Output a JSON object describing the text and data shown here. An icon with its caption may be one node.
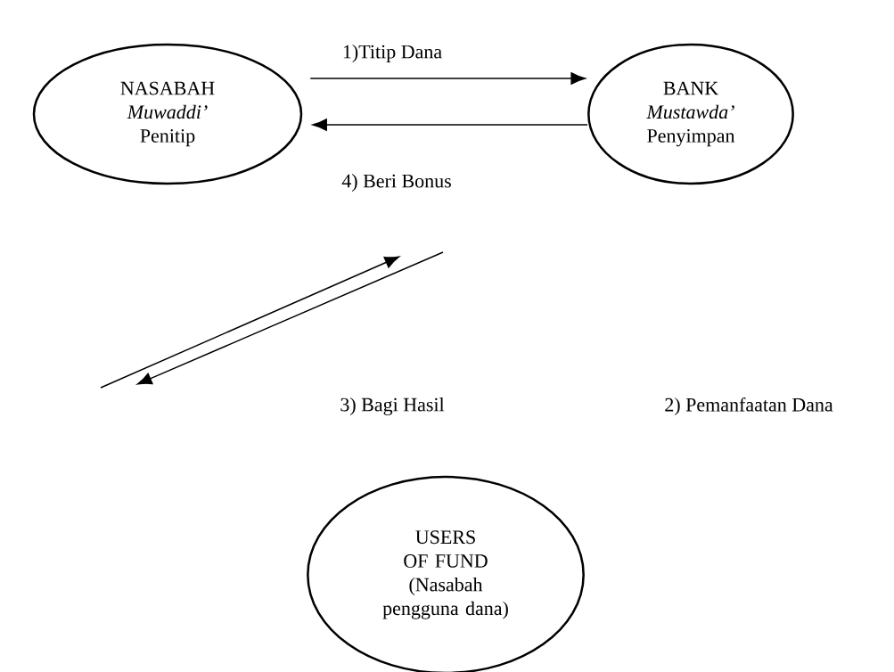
{
  "diagram": {
    "nodes": [
      {
        "text": [
          "NASABAH",
          "Muwaddi’",
          "Penitip"
        ]
      },
      {
        "text": [
          "BANK",
          "Mustawda’",
          "Penyimpan"
        ]
      },
      {
        "text": [
          "USERS OF FUND",
          "(Nasabah pengguna dana)"
        ]
      }
    ],
    "edges": [
      {
        "from": 0,
        "to": 1,
        "arrow": "to",
        "label": "1)Titip Dana"
      },
      {
        "from": 1,
        "to": 0,
        "arrow": "to",
        "label": "4) Beri Bonus"
      }
    ],
    "labels": [
      "3) Bagi Hasil",
      "2) Pemanfaatan Dana"
    ]
  }
}
